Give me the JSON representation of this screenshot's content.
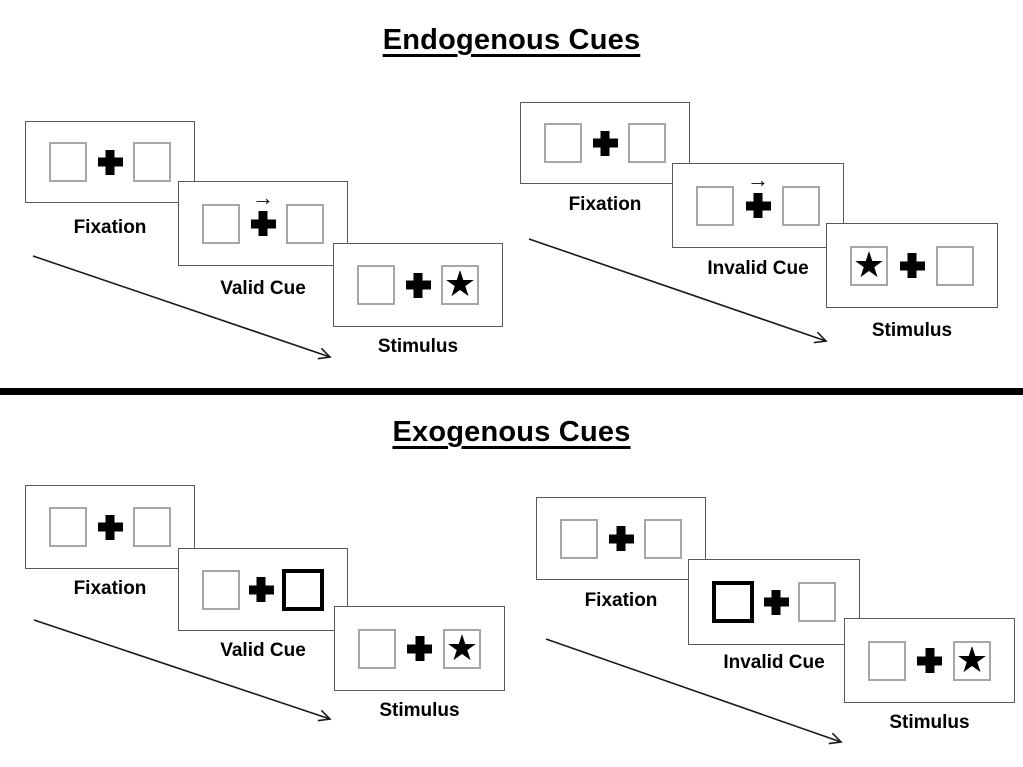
{
  "sections": [
    {
      "title": "Endogenous Cues",
      "cue_style": "central arrow above fixation cross",
      "sequences": [
        {
          "validity": "valid",
          "steps": [
            {
              "name": "fixation",
              "label": "Fixation"
            },
            {
              "name": "cue",
              "label": "Valid Cue",
              "cue_mark": "arrow-right"
            },
            {
              "name": "stimulus",
              "label": "Stimulus",
              "star_side": "right"
            }
          ]
        },
        {
          "validity": "invalid",
          "steps": [
            {
              "name": "fixation",
              "label": "Fixation"
            },
            {
              "name": "cue",
              "label": "Invalid Cue",
              "cue_mark": "arrow-right"
            },
            {
              "name": "stimulus",
              "label": "Stimulus",
              "star_side": "left"
            }
          ]
        }
      ]
    },
    {
      "title": "Exogenous Cues",
      "cue_style": "peripheral bold box highlight",
      "sequences": [
        {
          "validity": "valid",
          "steps": [
            {
              "name": "fixation",
              "label": "Fixation"
            },
            {
              "name": "cue",
              "label": "Valid Cue",
              "cue_mark": "bold-box-right"
            },
            {
              "name": "stimulus",
              "label": "Stimulus",
              "star_side": "right"
            }
          ]
        },
        {
          "validity": "invalid",
          "steps": [
            {
              "name": "fixation",
              "label": "Fixation"
            },
            {
              "name": "cue",
              "label": "Invalid Cue",
              "cue_mark": "bold-box-left"
            },
            {
              "name": "stimulus",
              "label": "Stimulus",
              "star_side": "right"
            }
          ]
        }
      ]
    }
  ],
  "icons": {
    "stimulus_star": "★",
    "cue_arrow": "→",
    "fixation_cross": "+"
  },
  "colors": {
    "panel_border": "#595959",
    "box_border": "#a6a6a6",
    "bold_box_border": "#000000",
    "ink": "#000000",
    "background": "#ffffff"
  }
}
